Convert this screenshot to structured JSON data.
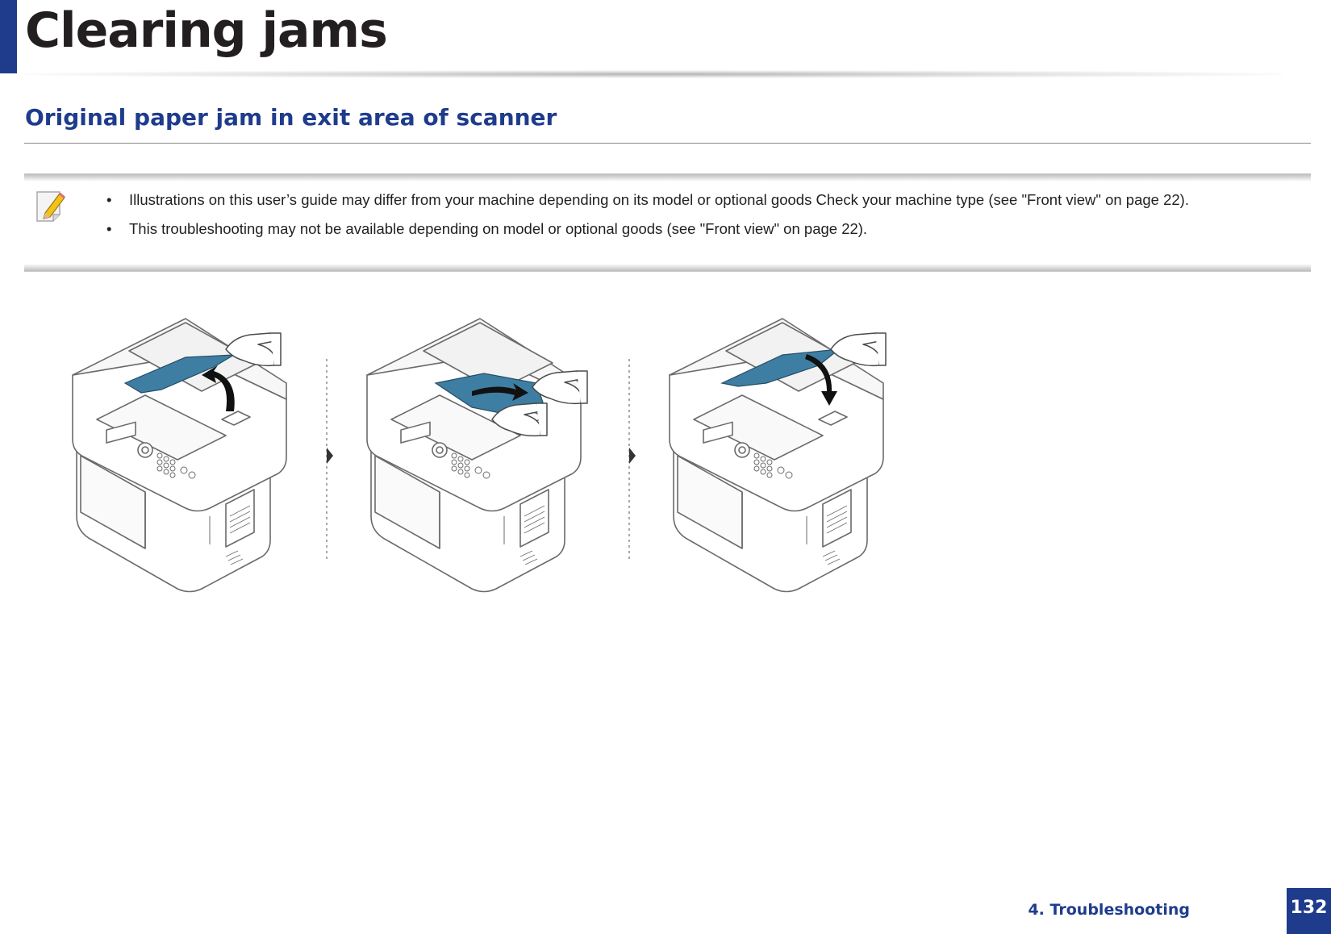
{
  "page": {
    "title": "Clearing jams",
    "section_heading": "Original paper jam in exit area of scanner"
  },
  "note": {
    "icon": "pencil-note-icon",
    "items": [
      "Illustrations on this user’s guide may differ from your machine depending on its model or optional goods Check your machine type (see \"Front view\" on page 22).",
      "This troubleshooting may not be available depending on model or optional goods (see \"Front view\" on page 22)."
    ],
    "bullet": "•"
  },
  "illustration": {
    "steps": [
      {
        "action": "lift document feeder tray",
        "icon": "arrow-up-icon"
      },
      {
        "action": "pull out jammed paper",
        "icon": "arrow-right-icon"
      },
      {
        "action": "lower document feeder tray",
        "icon": "arrow-down-icon"
      }
    ],
    "paper_color": "#3f7ea3"
  },
  "footer": {
    "section": "4.  Troubleshooting",
    "page_number": "132"
  },
  "colors": {
    "brand_blue": "#1f3c8c",
    "text": "#231f20"
  }
}
